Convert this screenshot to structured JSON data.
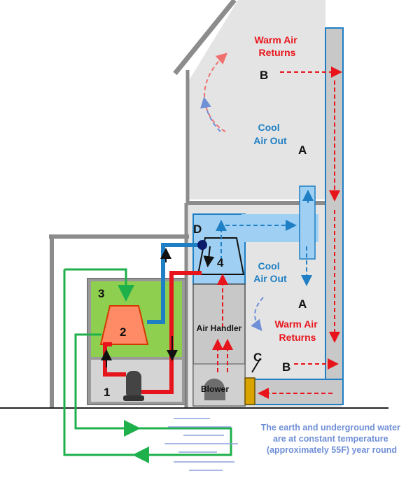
{
  "labels": {
    "warm_air_returns_top": [
      "Warm Air",
      "Returns"
    ],
    "cool_air_out_top": [
      "Cool",
      "Air Out"
    ],
    "cool_air_out_mid": [
      "Cool",
      "Air Out"
    ],
    "warm_air_returns_mid": [
      "Warm Air",
      "Returns"
    ],
    "point_a": "A",
    "point_b": "B",
    "point_c": "C",
    "point_d": "D",
    "num_1": "1",
    "num_2": "2",
    "num_3": "3",
    "num_4": "4",
    "air_handler": "Air Handler",
    "blower": "Blower"
  },
  "note": [
    "The earth and underground water",
    "are at constant temperature",
    "(approximately 55F) year round"
  ],
  "colors": {
    "warm": "#e8141b",
    "cool": "#1f7fc4",
    "loop": "#1db04b",
    "building": "#e4e4e4",
    "wall": "#8c8c8c",
    "duct": "#1f7fc4",
    "coil": "#ff8a66",
    "heatpump_green": "#8fcf4f"
  }
}
